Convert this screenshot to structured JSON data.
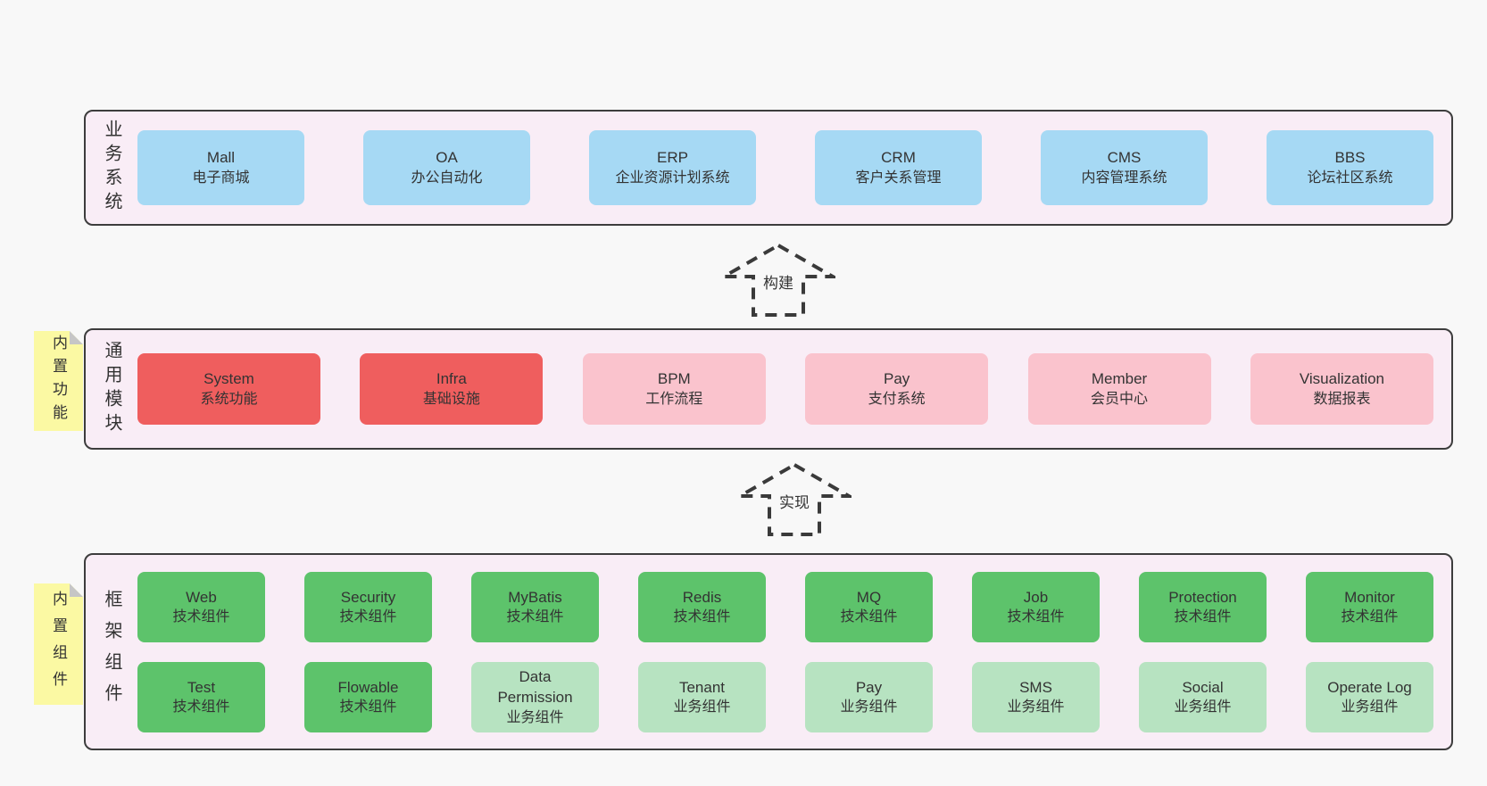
{
  "colors": {
    "canvas_bg": "#f8f8f8",
    "panel_bg": "#f9edf6",
    "panel_border": "#3d3d3d",
    "box_blue": "#a6d9f4",
    "box_red": "#ef5e5e",
    "box_pink": "#fac3cd",
    "box_green": "#5dc36b",
    "box_green_light": "#b7e3c1",
    "note_yellow": "#fbf9a3",
    "note_fold": "#c6c6c6",
    "text": "#333333"
  },
  "sections": {
    "business": {
      "label": "业务系统",
      "boxes": [
        {
          "name": "Mall",
          "desc": "电子商城",
          "variant": "blue"
        },
        {
          "name": "OA",
          "desc": "办公自动化",
          "variant": "blue"
        },
        {
          "name": "ERP",
          "desc": "企业资源计划系统",
          "variant": "blue"
        },
        {
          "name": "CRM",
          "desc": "客户关系管理",
          "variant": "blue"
        },
        {
          "name": "CMS",
          "desc": "内容管理系统",
          "variant": "blue"
        },
        {
          "name": "BBS",
          "desc": "论坛社区系统",
          "variant": "blue"
        }
      ]
    },
    "modules": {
      "label": "通用模块",
      "note": "内置功能",
      "boxes": [
        {
          "name": "System",
          "desc": "系统功能",
          "variant": "red"
        },
        {
          "name": "Infra",
          "desc": "基础设施",
          "variant": "red"
        },
        {
          "name": "BPM",
          "desc": "工作流程",
          "variant": "pink"
        },
        {
          "name": "Pay",
          "desc": "支付系统",
          "variant": "pink"
        },
        {
          "name": "Member",
          "desc": "会员中心",
          "variant": "pink"
        },
        {
          "name": "Visualization",
          "desc": "数据报表",
          "variant": "pink"
        }
      ]
    },
    "framework": {
      "label": "框架组件",
      "note": "内置组件",
      "rows": [
        [
          {
            "name": "Web",
            "desc": "技术组件",
            "variant": "green"
          },
          {
            "name": "Security",
            "desc": "技术组件",
            "variant": "green"
          },
          {
            "name": "MyBatis",
            "desc": "技术组件",
            "variant": "green"
          },
          {
            "name": "Redis",
            "desc": "技术组件",
            "variant": "green"
          },
          {
            "name": "MQ",
            "desc": "技术组件",
            "variant": "green"
          },
          {
            "name": "Job",
            "desc": "技术组件",
            "variant": "green"
          },
          {
            "name": "Protection",
            "desc": "技术组件",
            "variant": "green"
          },
          {
            "name": "Monitor",
            "desc": "技术组件",
            "variant": "green"
          }
        ],
        [
          {
            "name": "Test",
            "desc": "技术组件",
            "variant": "green"
          },
          {
            "name": "Flowable",
            "desc": "技术组件",
            "variant": "green"
          },
          {
            "name": "Data Permission",
            "desc": "业务组件",
            "variant": "green_light"
          },
          {
            "name": "Tenant",
            "desc": "业务组件",
            "variant": "green_light"
          },
          {
            "name": "Pay",
            "desc": "业务组件",
            "variant": "green_light"
          },
          {
            "name": "SMS",
            "desc": "业务组件",
            "variant": "green_light"
          },
          {
            "name": "Social",
            "desc": "业务组件",
            "variant": "green_light"
          },
          {
            "name": "Operate Log",
            "desc": "业务组件",
            "variant": "green_light"
          }
        ]
      ]
    },
    "arrows": {
      "build": {
        "label": "构建"
      },
      "implement": {
        "label": "实现"
      }
    }
  }
}
